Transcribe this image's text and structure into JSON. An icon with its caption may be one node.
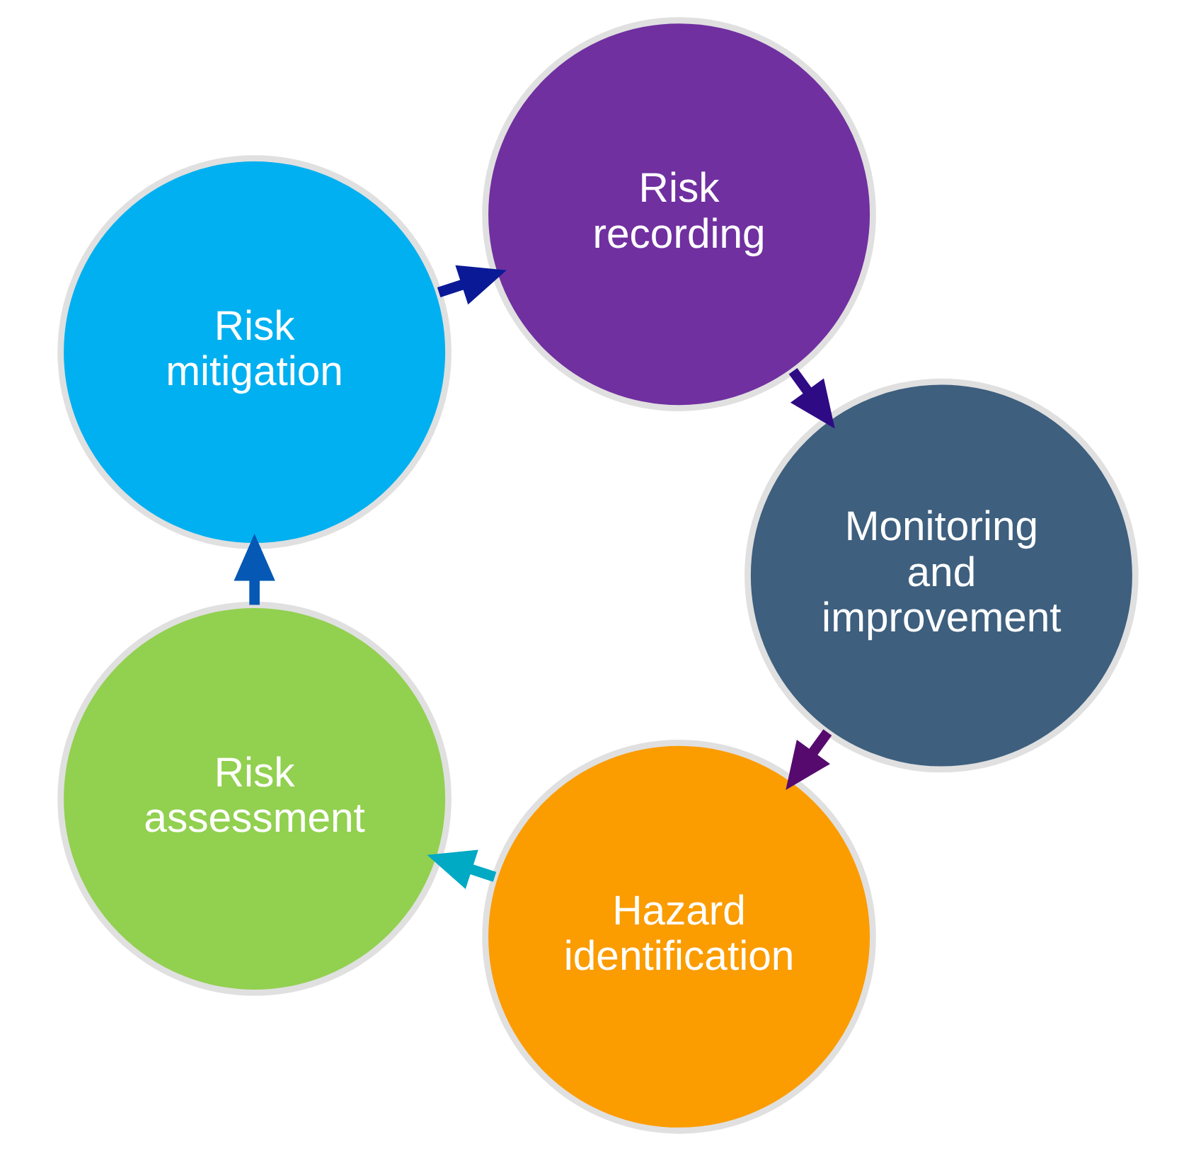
{
  "diagram": {
    "nodes": [
      {
        "text": [
          "Hazard identification"
        ]
      },
      {
        "text": [
          "Risk assessment"
        ]
      },
      {
        "text": [
          "Risk mitigation"
        ]
      },
      {
        "text": [
          "Risk recording"
        ]
      },
      {
        "text": [
          "Monitoring and improvement"
        ]
      }
    ],
    "edges": [
      {
        "from": 0,
        "to": 1,
        "arrow": "to",
        "color": "#00a9c4"
      },
      {
        "from": 1,
        "to": 2,
        "arrow": "to",
        "color": "#0558b4"
      },
      {
        "from": 2,
        "to": 3,
        "arrow": "to",
        "color": "#0a1a96"
      },
      {
        "from": 3,
        "to": 4,
        "arrow": "to",
        "color": "#2f0a85"
      },
      {
        "from": 4,
        "to": 0,
        "arrow": "to",
        "color": "#560a6e"
      }
    ]
  }
}
